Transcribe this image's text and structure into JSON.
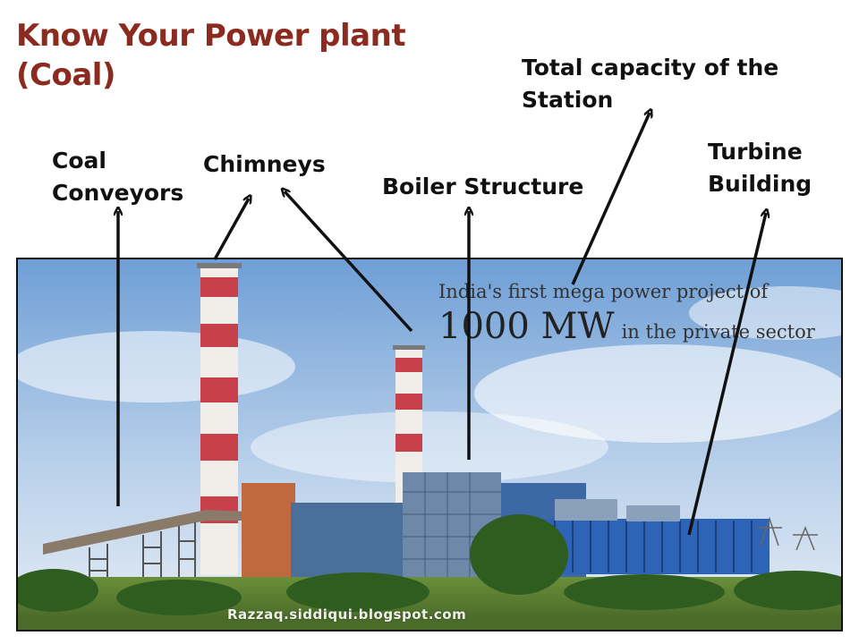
{
  "title": {
    "line1": "Know Your Power plant",
    "line2": "(Coal)"
  },
  "labels": {
    "total_capacity_line1": "Total capacity of the",
    "total_capacity_line2": "Station",
    "coal_conveyors_line1": "Coal",
    "coal_conveyors_line2": "Conveyors",
    "chimneys": "Chimneys",
    "boiler_structure": "Boiler Structure",
    "turbine_building_line1": "Turbine",
    "turbine_building_line2": "Building"
  },
  "photo": {
    "caption_line1": "India's first mega power project of",
    "caption_capacity": "1000 MW",
    "caption_line2": "in the private sector",
    "watermark": "Razzaq.siddiqui.blogspot.com"
  },
  "colors": {
    "title": "#8b2a1e",
    "label": "#111111",
    "arrow": "#111111"
  }
}
